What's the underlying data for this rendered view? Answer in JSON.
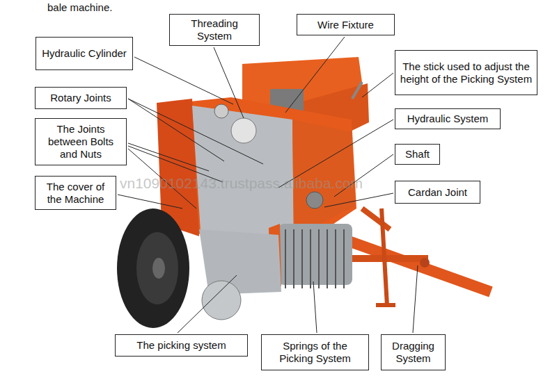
{
  "diagram": {
    "nodes": [
      {
        "text": [
          "Hydraulic Cylinder"
        ]
      },
      {
        "text": [
          "Threading System"
        ]
      },
      {
        "text": [
          "Wire Fixture"
        ]
      },
      {
        "text": [
          "The stick used to adjust the height of the Picking System"
        ]
      },
      {
        "text": [
          "Rotary Joints"
        ]
      },
      {
        "text": [
          "Hydraulic System"
        ]
      },
      {
        "text": [
          "The Joints between Bolts and Nuts"
        ]
      },
      {
        "text": [
          "Shaft"
        ]
      },
      {
        "text": [
          "The cover of the Machine"
        ]
      },
      {
        "text": [
          "Cardan Joint"
        ]
      },
      {
        "text": [
          "The picking system"
        ]
      },
      {
        "text": [
          "Springs of the Picking System"
        ]
      },
      {
        "text": [
          "Dragging System"
        ]
      }
    ],
    "labels": [
      "bale machine.",
      "vn1090102143.trustpass.alibaba.com"
    ]
  }
}
